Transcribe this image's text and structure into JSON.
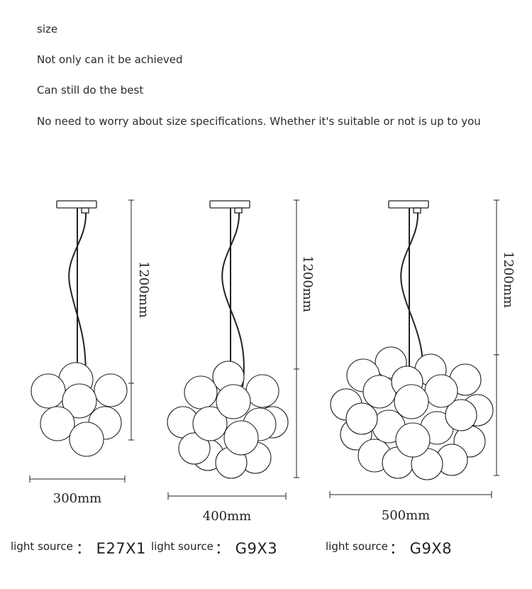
{
  "intro": {
    "heading": "size",
    "line1": "Not only can it be achieved",
    "line2": "Can still do the best",
    "line3": "No need to worry about size specifications. Whether it's suitable or not is up to you"
  },
  "lamps": [
    {
      "height_label": "1200mm",
      "width_label": "300mm",
      "source_label": "light source",
      "source_value": "： E27X1"
    },
    {
      "height_label": "1200mm",
      "width_label": "400mm",
      "source_label": "light source",
      "source_value": "： G9X3"
    },
    {
      "height_label": "1200mm",
      "width_label": "500mm",
      "source_label": "light source",
      "source_value": "： G9X8"
    }
  ],
  "colors": {
    "line": "#222222",
    "globe_fill": "#ffffff"
  }
}
